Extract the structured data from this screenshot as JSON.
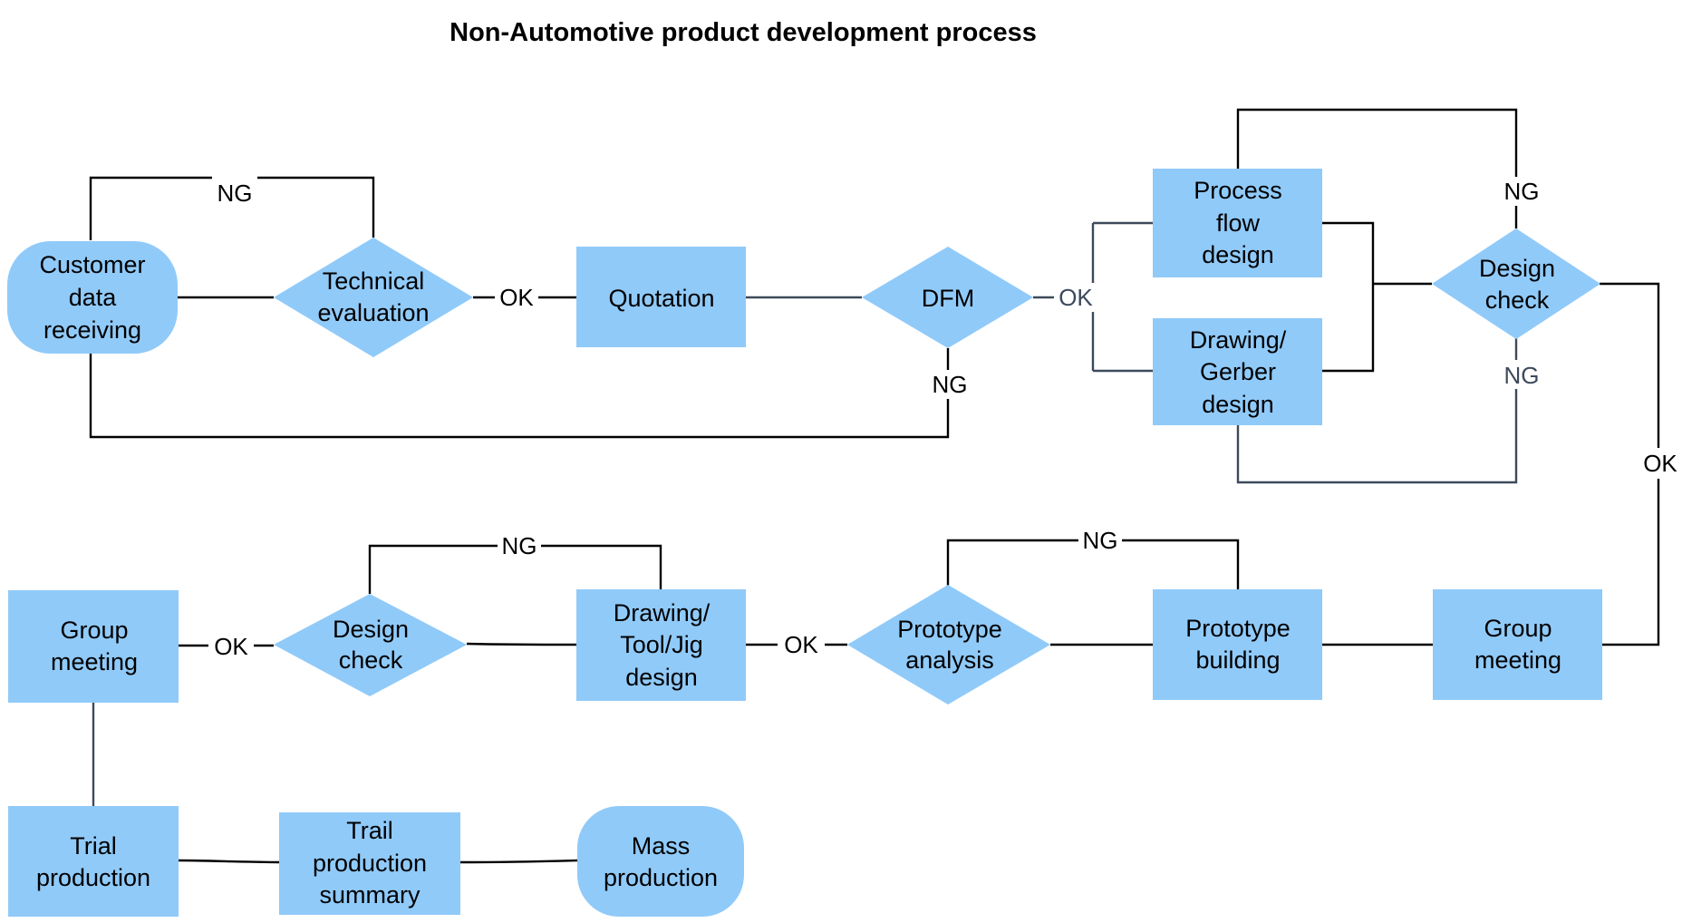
{
  "title": "Non-Automotive product development process",
  "nodes": {
    "customer_data": [
      "Customer",
      "data",
      "receiving"
    ],
    "technical_evaluation": [
      "Technical",
      "evaluation"
    ],
    "quotation": [
      "Quotation"
    ],
    "dfm": [
      "DFM"
    ],
    "process_flow": [
      "Process",
      "flow",
      "design"
    ],
    "drawing_gerber": [
      "Drawing/",
      "Gerber",
      "design"
    ],
    "design_check_1": [
      "Design",
      "check"
    ],
    "group_meeting_1": [
      "Group",
      "meeting"
    ],
    "prototype_building": [
      "Prototype",
      "building"
    ],
    "prototype_analysis": [
      "Prototype",
      "analysis"
    ],
    "drawing_tool_jig": [
      "Drawing/",
      "Tool/Jig",
      "design"
    ],
    "design_check_2": [
      "Design",
      "check"
    ],
    "group_meeting_2": [
      "Group",
      "meeting"
    ],
    "trial_production": [
      "Trial",
      "production"
    ],
    "trial_summary": [
      "Trail",
      "production",
      "summary"
    ],
    "mass_production": [
      "Mass",
      "production"
    ]
  },
  "edge_labels": {
    "tech_ng": "NG",
    "tech_ok": "OK",
    "dfm_ok": "OK",
    "dfm_ng": "NG",
    "check1_ng_top": "NG",
    "check1_ng_bottom": "NG",
    "check1_ok": "OK",
    "analysis_ng": "NG",
    "analysis_ok": "OK",
    "check2_ng": "NG",
    "check2_ok": "OK"
  }
}
